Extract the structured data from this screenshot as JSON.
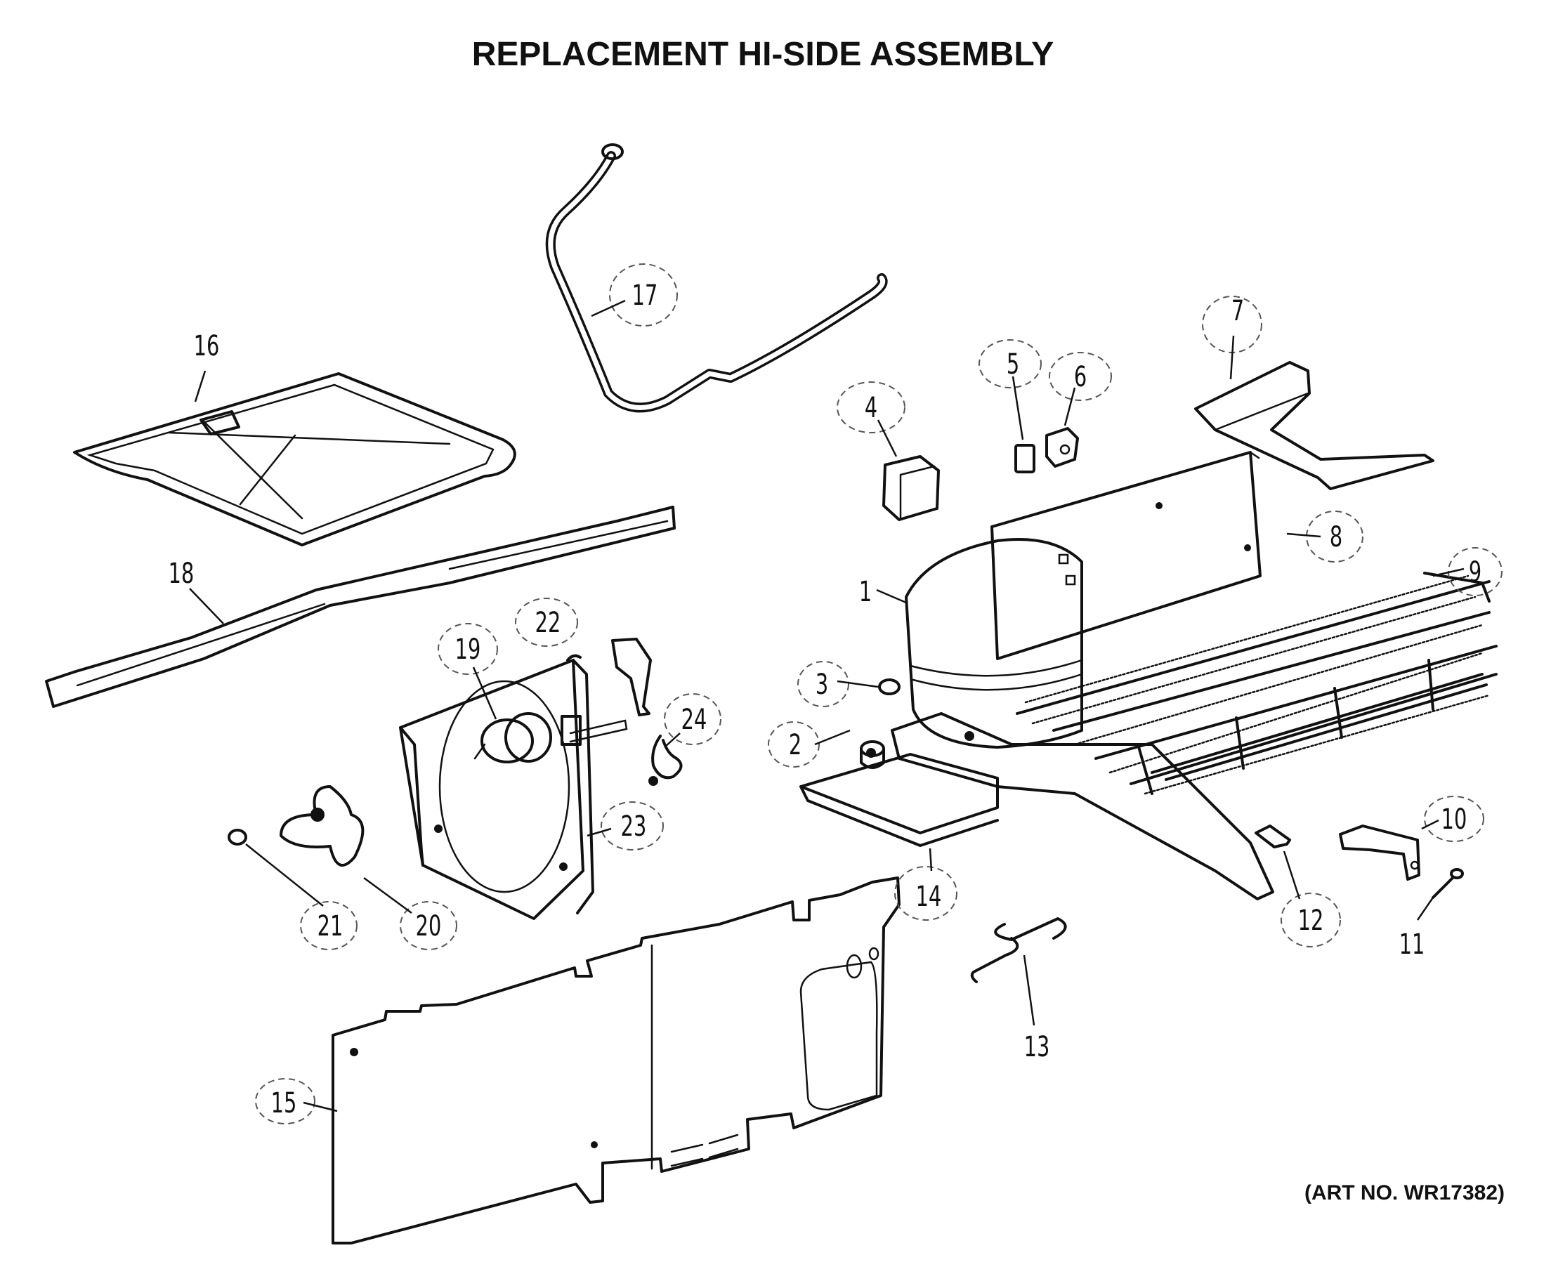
{
  "title": "REPLACEMENT HI-SIDE ASSEMBLY",
  "art_no": "(ART NO. WR17382)",
  "callouts": [
    "1",
    "2",
    "3",
    "4",
    "5",
    "6",
    "7",
    "8",
    "9",
    "10",
    "11",
    "12",
    "13",
    "14",
    "15",
    "16",
    "17",
    "18",
    "19",
    "20",
    "21",
    "22",
    "23",
    "24"
  ]
}
